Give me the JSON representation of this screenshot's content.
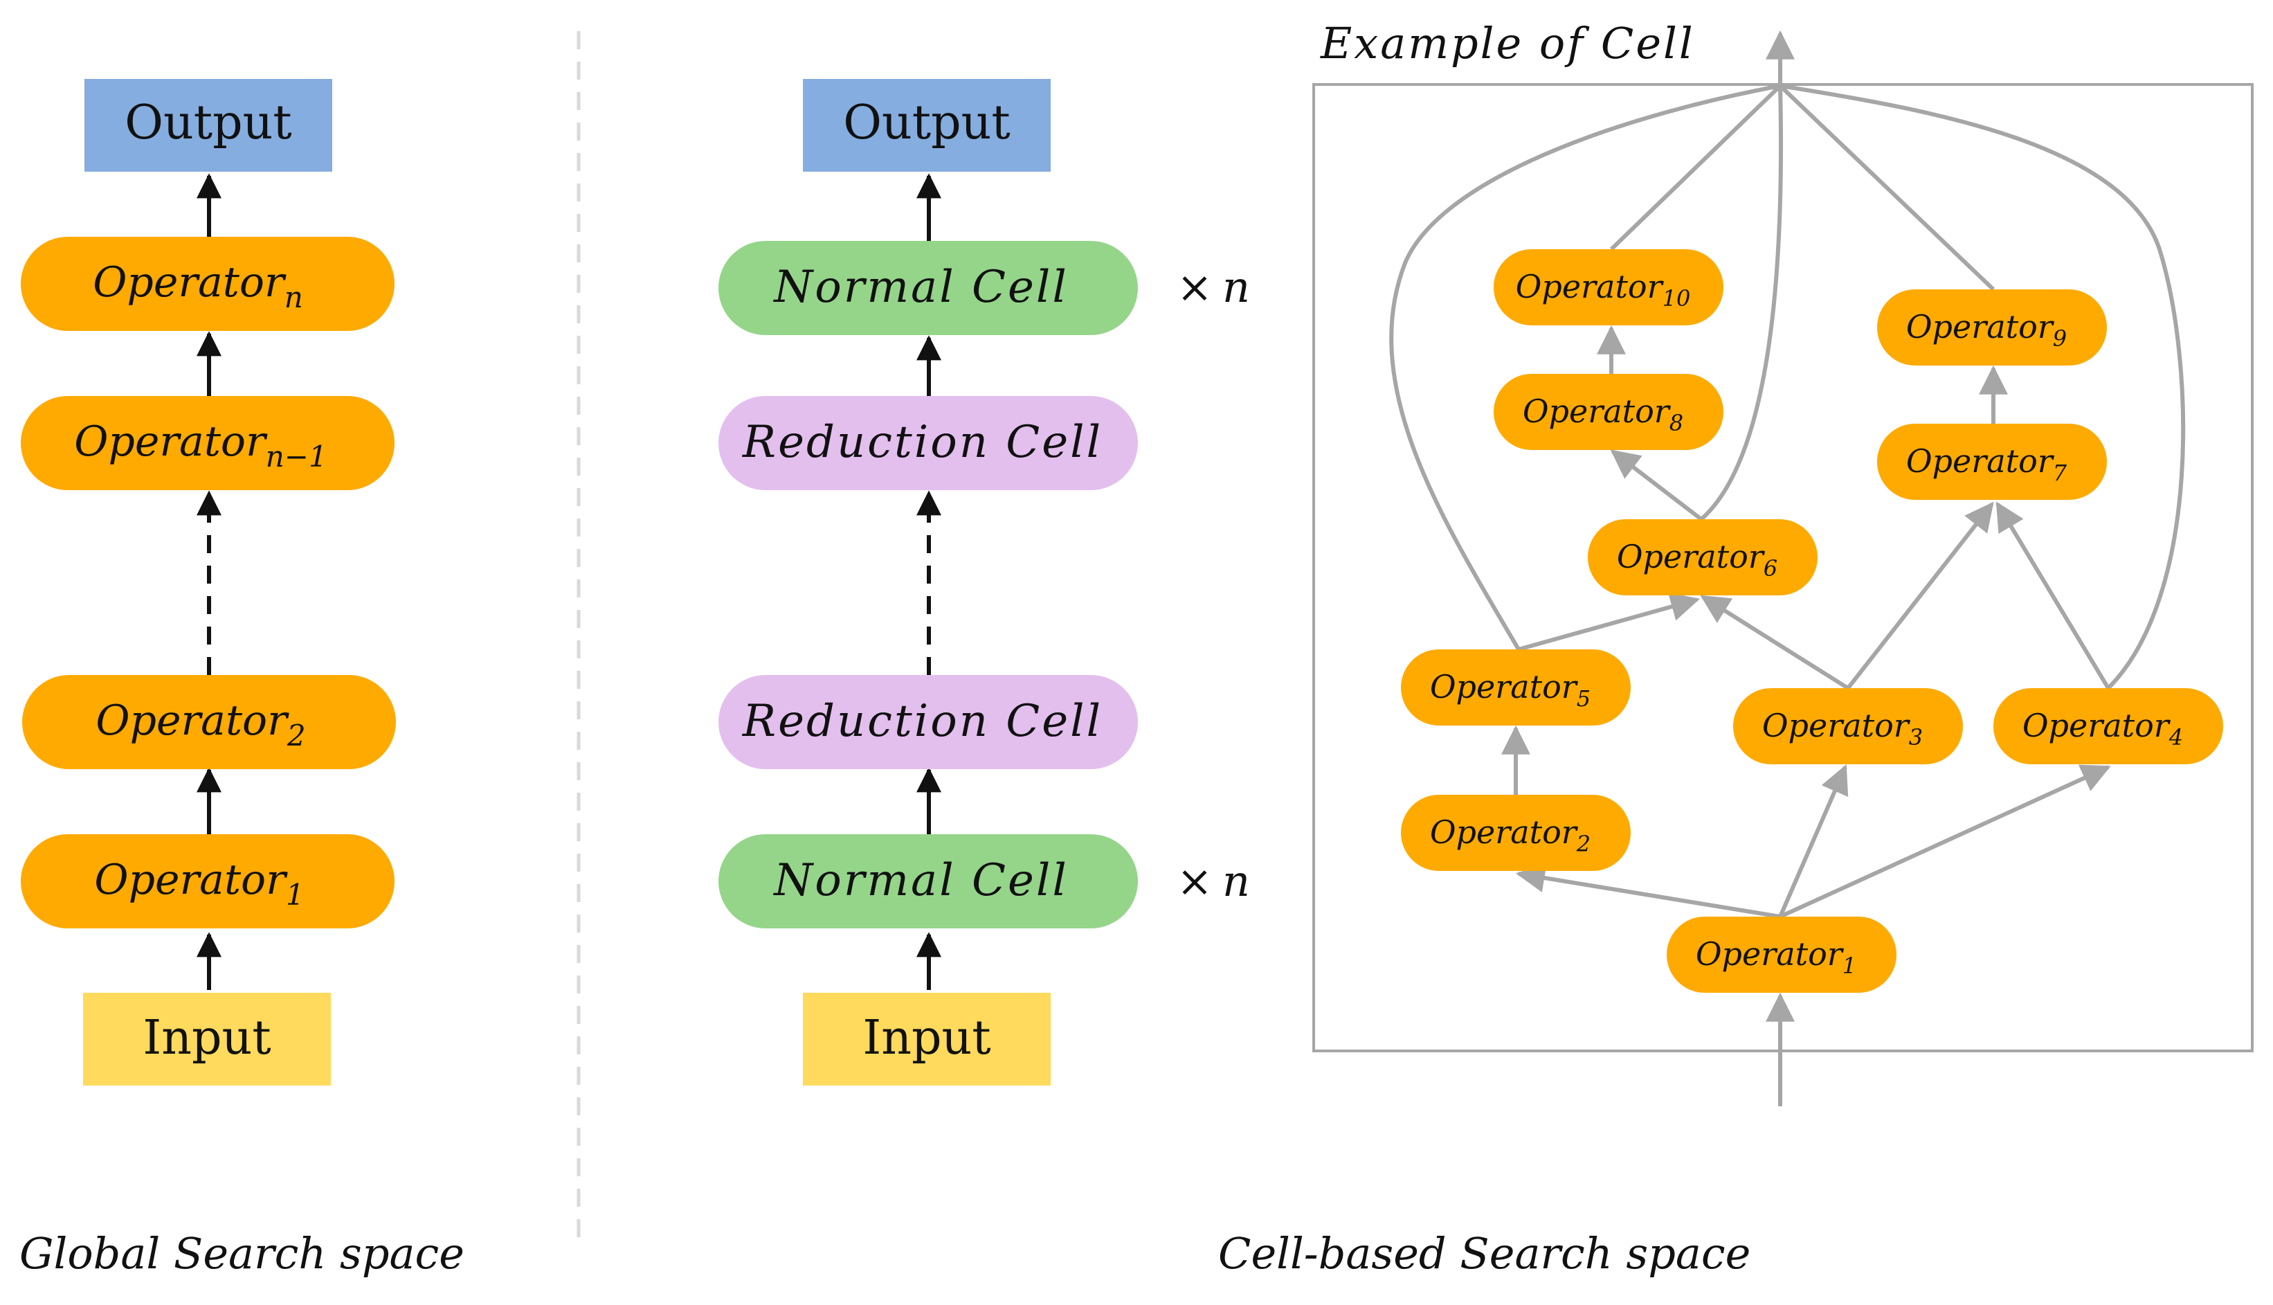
{
  "colors": {
    "output": "#85ADDF",
    "input": "#FFDA5C",
    "operator": "#FFAA00",
    "normal_cell": "#95D58A",
    "reduction_cell": "#E3BFEE",
    "arrow_black": "#111111",
    "arrow_gray": "#A6A6A6",
    "divider": "#D9D9D9",
    "cell_frame": "#A6A6A6"
  },
  "global": {
    "caption": "Global Search space",
    "output": "Output",
    "input": "Input",
    "op_n": {
      "base": "Operator",
      "sub": "n"
    },
    "op_n1": {
      "base": "Operator",
      "sub": "n−1"
    },
    "op_2": {
      "base": "Operator",
      "sub": "2"
    },
    "op_1": {
      "base": "Operator",
      "sub": "1"
    }
  },
  "cell_based": {
    "caption": "Cell-based Search space",
    "output": "Output",
    "input": "Input",
    "normal_top": "Normal Cell",
    "reduction_top": "Reduction Cell",
    "reduction_bottom": "Reduction Cell",
    "normal_bottom": "Normal Cell",
    "repeat_top": {
      "times": "×",
      "n": "n"
    },
    "repeat_bottom": {
      "times": "×",
      "n": "n"
    }
  },
  "example_cell": {
    "title": "Example of Cell",
    "ops": [
      {
        "id": "op1",
        "base": "Operator",
        "sub": "1"
      },
      {
        "id": "op2",
        "base": "Operator",
        "sub": "2"
      },
      {
        "id": "op3",
        "base": "Operator",
        "sub": "3"
      },
      {
        "id": "op4",
        "base": "Operator",
        "sub": "4"
      },
      {
        "id": "op5",
        "base": "Operator",
        "sub": "5"
      },
      {
        "id": "op6",
        "base": "Operator",
        "sub": "6"
      },
      {
        "id": "op7",
        "base": "Operator",
        "sub": "7"
      },
      {
        "id": "op8",
        "base": "Operator",
        "sub": "8"
      },
      {
        "id": "op9",
        "base": "Operator",
        "sub": "9"
      },
      {
        "id": "op10",
        "base": "Operator",
        "sub": "10"
      }
    ]
  }
}
